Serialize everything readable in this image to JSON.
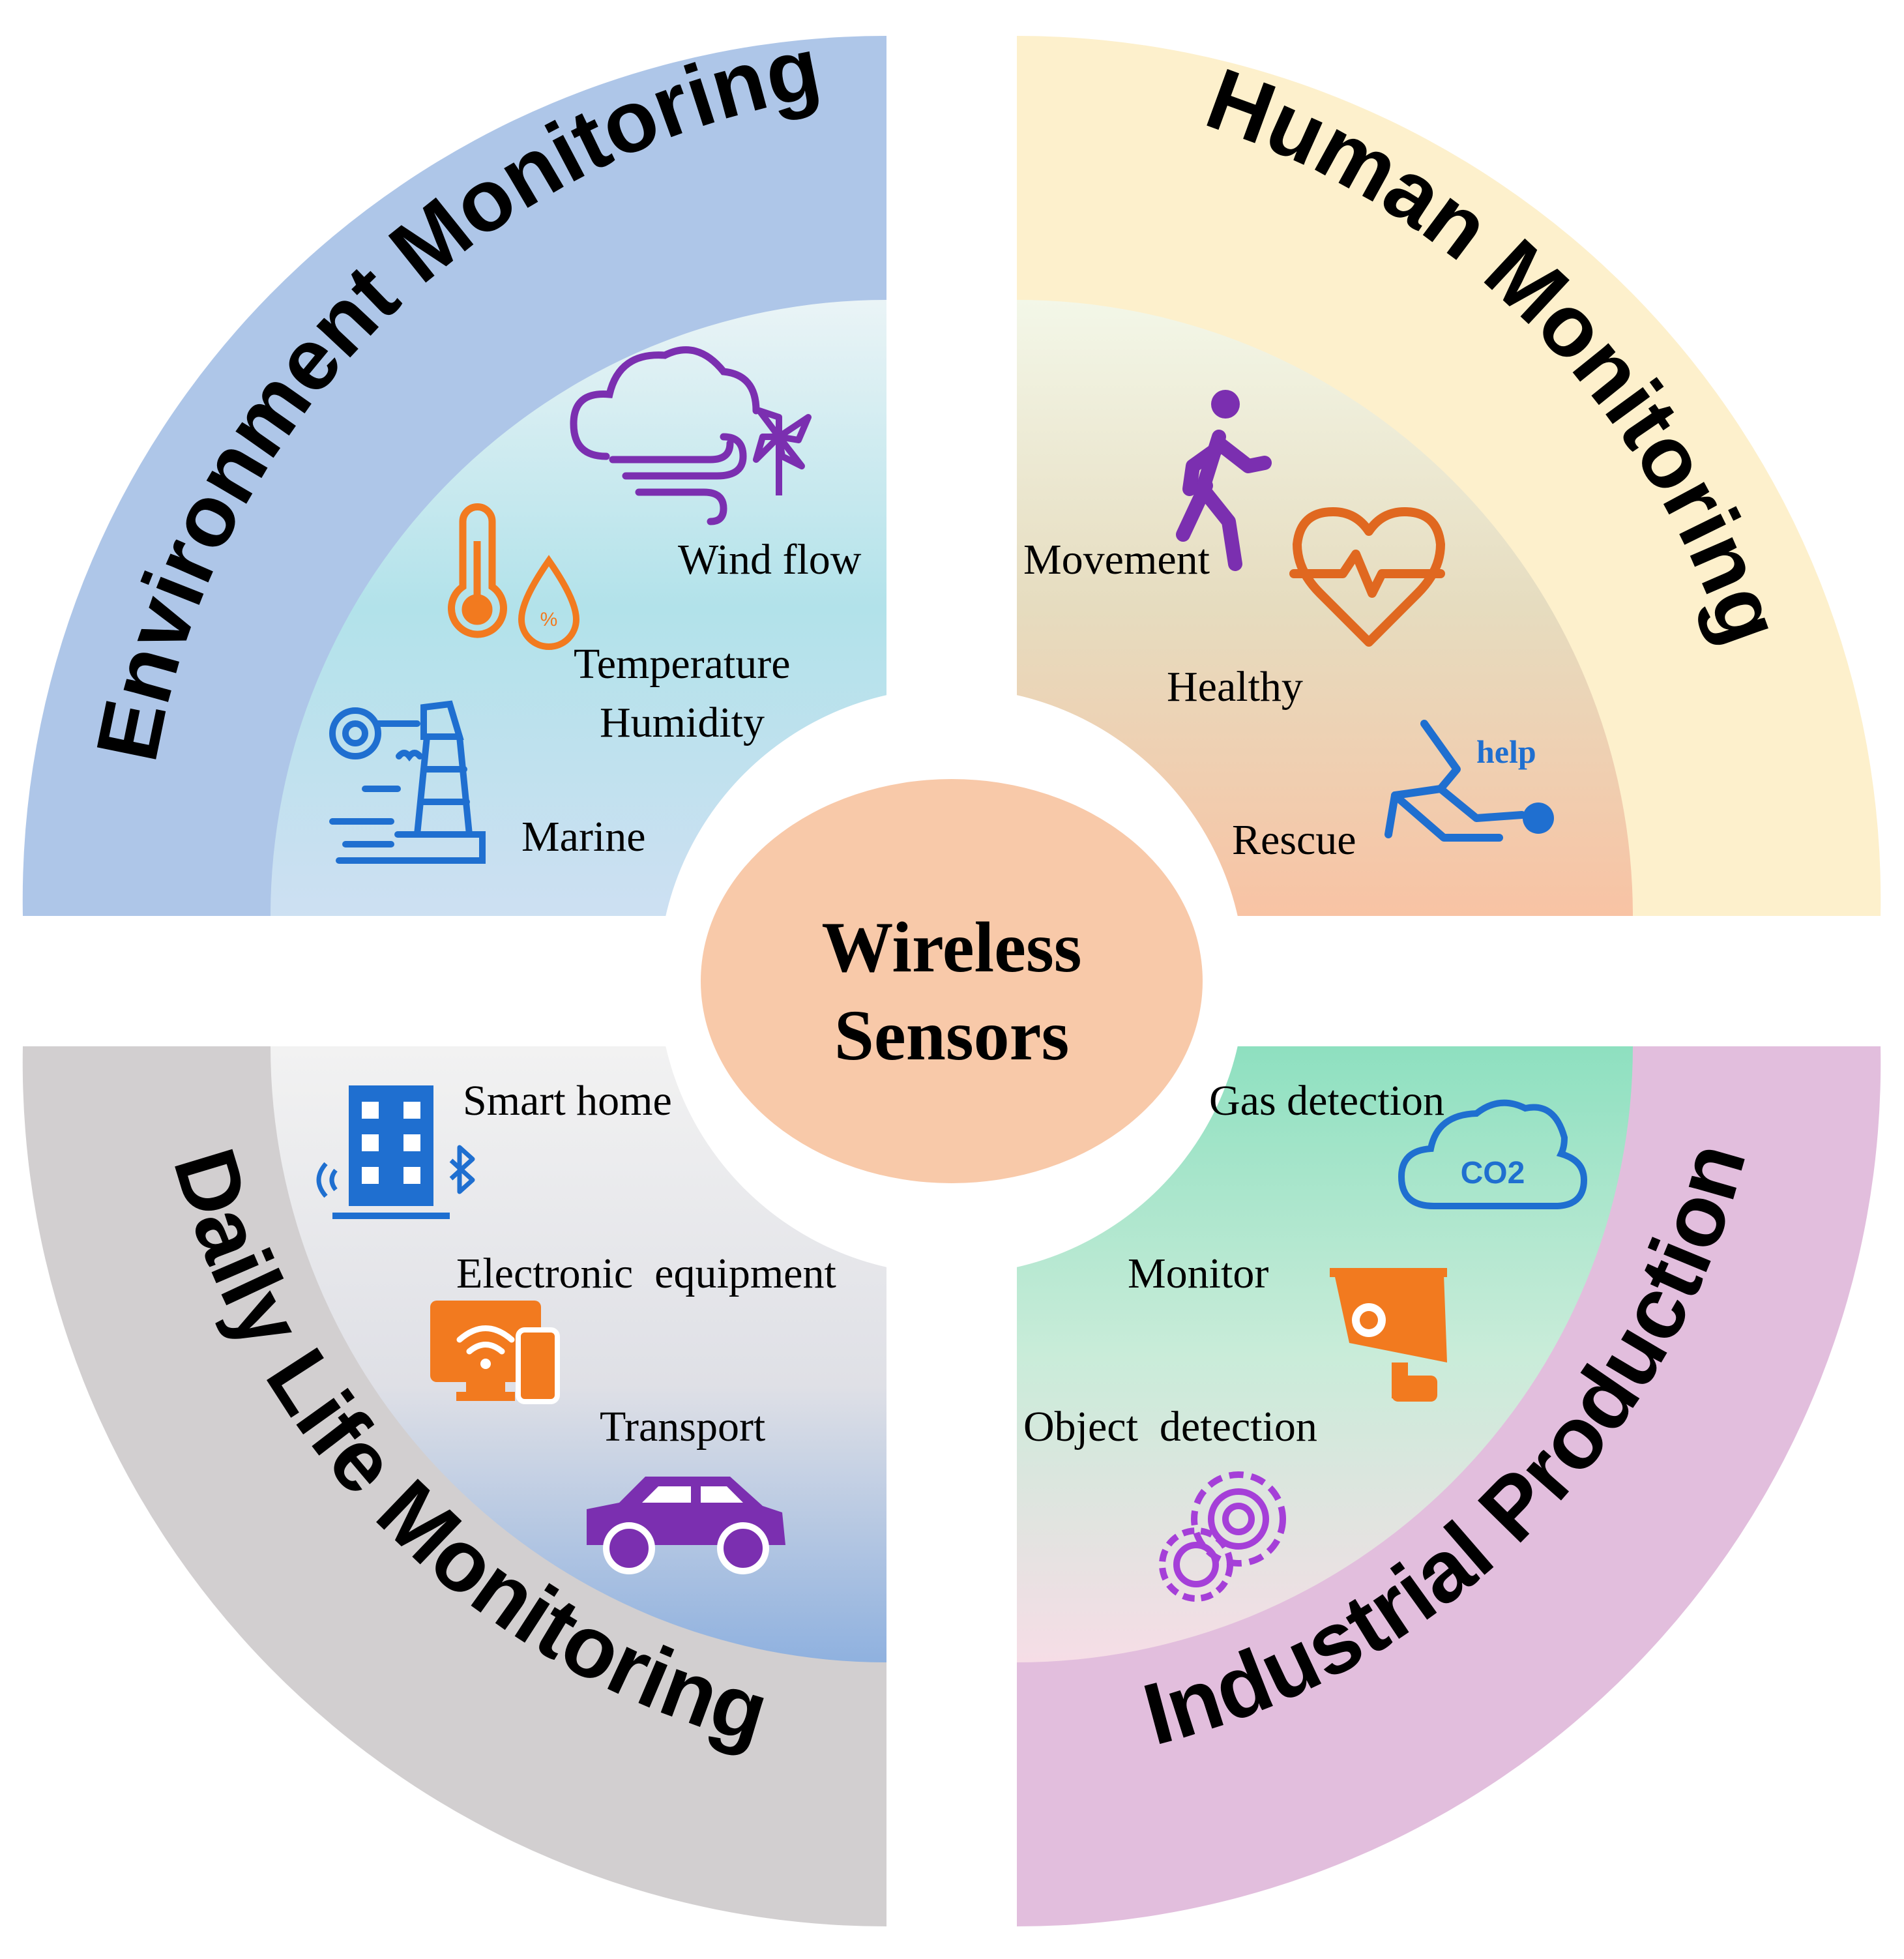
{
  "center": {
    "line1": "Wireless",
    "line2": "Sensors"
  },
  "quadrants": {
    "environment": {
      "title": "Environment Monitoring",
      "items": {
        "wind": "Wind flow",
        "temp": "Temperature",
        "humidity": "Humidity",
        "marine": "Marine"
      },
      "colors": {
        "outer": "#aec6e8",
        "inner_top": "#eaf4f6",
        "inner_mid": "#b2e2ea",
        "inner_bottom": "#cde0f2"
      }
    },
    "human": {
      "title": "Human Monitoring",
      "items": {
        "movement": "Movement",
        "healthy": "Healthy",
        "rescue": "Rescue",
        "help": "help"
      },
      "colors": {
        "outer": "#fdf0cc",
        "inner_top": "#f3f7e8",
        "inner_mid": "#e6dcbf",
        "inner_bottom": "#f8c3a4"
      }
    },
    "daily": {
      "title": "Daily Life Monitoring",
      "items": {
        "smart_home": "Smart home",
        "electronic": "Electronic  equipment",
        "transport": "Transport"
      },
      "colors": {
        "outer": "#d2cfd0",
        "inner_top": "#f2f2f2",
        "inner_mid": "#dfe0e6",
        "inner_bottom": "#8fb1df"
      }
    },
    "industrial": {
      "title": "Industrial Production",
      "items": {
        "gas": "Gas detection",
        "co2": "CO2",
        "monitor": "Monitor",
        "object": "Object  detection"
      },
      "colors": {
        "outer": "#e2bedd",
        "inner_top": "#8ee0c0",
        "inner_mid": "#c9ecd9",
        "inner_bottom": "#f6dde6"
      }
    }
  },
  "colors": {
    "center_fill": "#f8c9a9",
    "icon_purple": "#7b2fb0",
    "icon_orange": "#f27a1f",
    "icon_blue": "#1f6fd0",
    "icon_purple_light": "#a53fd8"
  }
}
